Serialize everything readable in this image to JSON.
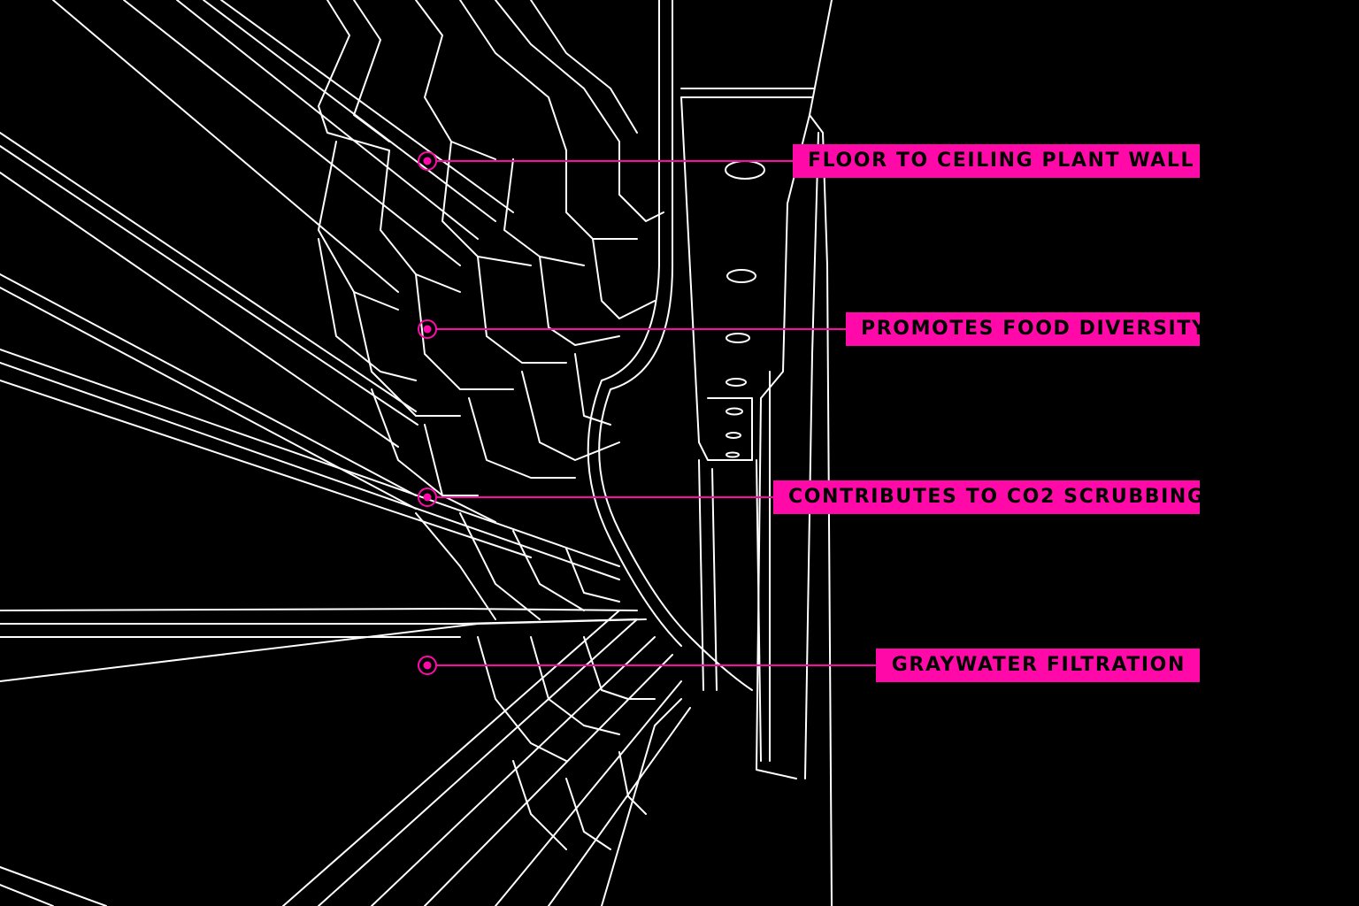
{
  "colors": {
    "background": "#000000",
    "wireframe": "#ffffff",
    "accent": "#ff0aa9",
    "label_text": "#000000"
  },
  "callouts": [
    {
      "id": "plant-wall",
      "label": "FLOOR TO CEILING PLANT WALL"
    },
    {
      "id": "food-diversity",
      "label": "PROMOTES FOOD DIVERSITY"
    },
    {
      "id": "co2-scrubbing",
      "label": "CONTRIBUTES TO CO2 SCRUBBING"
    },
    {
      "id": "graywater",
      "label": "GRAYWATER FILTRATION"
    }
  ]
}
